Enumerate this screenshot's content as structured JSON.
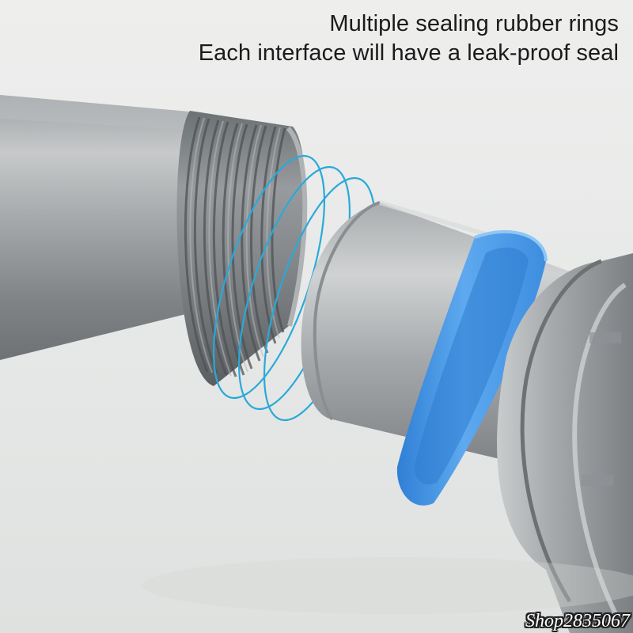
{
  "caption": {
    "line1": "Multiple sealing rubber rings",
    "line2": "Each interface will have a leak-proof seal"
  },
  "watermark": {
    "text": "Shop2835067"
  },
  "colors": {
    "background": "#e9ebea",
    "pipe_metal": "#8f9497",
    "rubber_ring_blue": "#4f9ee8",
    "sealing_outline_cyan": "#2aa9d8",
    "caption_text": "#1b1b1b"
  },
  "image": {
    "subject": "threaded metal pipe connector with rubber sealing rings"
  }
}
